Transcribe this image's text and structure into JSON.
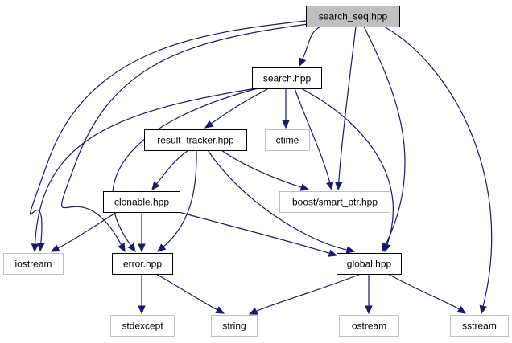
{
  "colors": {
    "edge": "#191970",
    "node_border": "#000000",
    "external_border": "#bfbfbf",
    "root_fill": "#bfbfbf",
    "node_fill": "#ffffff"
  },
  "nodes": {
    "search_seq": {
      "label": "search_seq.hpp",
      "kind": "root"
    },
    "search": {
      "label": "search.hpp",
      "kind": "file"
    },
    "result_tracker": {
      "label": "result_tracker.hpp",
      "kind": "file"
    },
    "ctime": {
      "label": "ctime",
      "kind": "external"
    },
    "boost": {
      "label": "boost/smart_ptr.hpp",
      "kind": "external"
    },
    "clonable": {
      "label": "clonable.hpp",
      "kind": "file"
    },
    "iostream": {
      "label": "iostream",
      "kind": "external"
    },
    "error": {
      "label": "error.hpp",
      "kind": "file"
    },
    "global": {
      "label": "global.hpp",
      "kind": "file"
    },
    "stdexcept": {
      "label": "stdexcept",
      "kind": "external"
    },
    "string": {
      "label": "string",
      "kind": "external"
    },
    "ostream": {
      "label": "ostream",
      "kind": "external"
    },
    "sstream": {
      "label": "sstream",
      "kind": "external"
    }
  },
  "edges": [
    [
      "search_seq",
      "search"
    ],
    [
      "search_seq",
      "iostream"
    ],
    [
      "search_seq",
      "error"
    ],
    [
      "search_seq",
      "boost"
    ],
    [
      "search_seq",
      "global"
    ],
    [
      "search_seq",
      "sstream"
    ],
    [
      "search",
      "result_tracker"
    ],
    [
      "search",
      "ctime"
    ],
    [
      "search",
      "boost"
    ],
    [
      "search",
      "iostream"
    ],
    [
      "search",
      "error"
    ],
    [
      "search",
      "global"
    ],
    [
      "result_tracker",
      "clonable"
    ],
    [
      "result_tracker",
      "boost"
    ],
    [
      "result_tracker",
      "error"
    ],
    [
      "result_tracker",
      "global"
    ],
    [
      "clonable",
      "iostream"
    ],
    [
      "clonable",
      "error"
    ],
    [
      "clonable",
      "global"
    ],
    [
      "error",
      "stdexcept"
    ],
    [
      "error",
      "string"
    ],
    [
      "global",
      "string"
    ],
    [
      "global",
      "ostream"
    ],
    [
      "global",
      "sstream"
    ]
  ]
}
